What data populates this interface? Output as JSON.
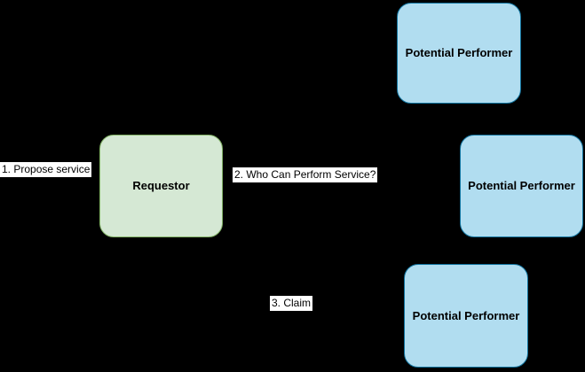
{
  "diagram": {
    "background_color": "#000000",
    "node_text_color": "#000000",
    "edge_label_bg_color": "#ffffff",
    "edge_label_text_color": "#000000",
    "nodes": [
      {
        "id": "requestor",
        "label": "Requestor",
        "fill": "#d5e8d4",
        "stroke": "#82b366"
      },
      {
        "id": "performer-top",
        "label": "Potential Performer",
        "fill": "#b1ddf0",
        "stroke": "#10739e"
      },
      {
        "id": "performer-middle",
        "label": "Potential Performer",
        "fill": "#b1ddf0",
        "stroke": "#10739e"
      },
      {
        "id": "performer-bottom",
        "label": "Potential Performer",
        "fill": "#b1ddf0",
        "stroke": "#10739e"
      }
    ],
    "edge_labels": [
      {
        "id": "label-1",
        "text": "1. Propose service"
      },
      {
        "id": "label-2",
        "text": "2. Who Can Perform Service?"
      },
      {
        "id": "label-3",
        "text": "3. Claim"
      }
    ]
  }
}
